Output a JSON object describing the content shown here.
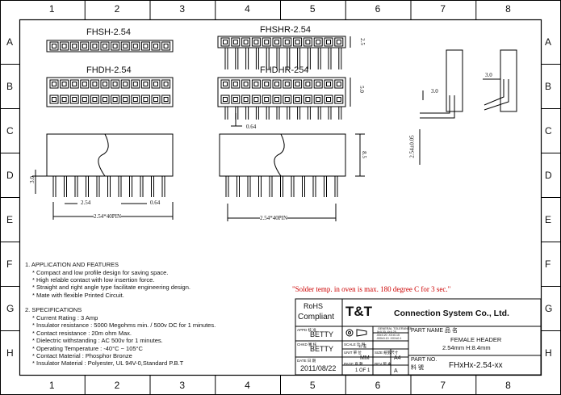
{
  "grid": {
    "cols": [
      "1",
      "2",
      "3",
      "4",
      "5",
      "6",
      "7",
      "8"
    ],
    "rows": [
      "A",
      "B",
      "C",
      "D",
      "E",
      "F",
      "G",
      "H"
    ]
  },
  "drawings": {
    "fhsh": "FHSH-2.54",
    "fhdh": "FHDH-2.54",
    "fhshr": "FHSHR-2.54",
    "fhdhr": "FHDHR-254",
    "dim_2_5": "2.5",
    "dim_5_0": "5.0",
    "dim_0_64_right": "0.64",
    "dim_3_0_left": "3.0",
    "dim_2_54": "2.54",
    "dim_0_64": "0.64",
    "dim_pitch_left": "2.54*40PIN",
    "dim_8_5": "8.5",
    "dim_pitch_right": "2.54*40PIN",
    "dim_3_0_side_a": "3.0",
    "dim_3_0_side_b": "3.0",
    "dim_2_54_tol": "2.54±0.05"
  },
  "notes": {
    "solder_note": "\"Solder temp. in oven is max. 180 degree C for 3 sec.\"",
    "applications_title": "1. APPLICATION AND FEATURES",
    "applications": [
      "* Compact and low profile design for saving space.",
      "* High relable contact with low insertion force.",
      "* Straight and right angle type facilitate engineering design.",
      "* Mate with flexible Printed Circuit."
    ],
    "specs_title": "2. SPECIFICATIONS",
    "specs": [
      "* Current Rating : 3 Amp",
      "* Insulator resistance : 5000 Megohms min. / 500v DC for 1 minutes.",
      "* Contact resistance : 20m ohm Max.",
      "* Dielectric withstanding : AC 500v for 1 minutes.",
      "* Operating Temperature : -40°C ~ 105°C",
      "* Contact Material : Phosphor Bronze",
      "* Insulator Material : Polyester, UL 94V-0,Standard P.B.T"
    ]
  },
  "title_block": {
    "rohs_line1": "RoHS",
    "rohs_line2": "Compliant",
    "company_logo": "T&T",
    "company_name": "Connection System Co., Ltd.",
    "appd_label": "APPD 核 准",
    "appd_name": "BETTY",
    "chkd_label": "CHKD 審 核",
    "chkd_name": "BETTY",
    "date_label": "DATE 日 期",
    "date_value": "2011/08/22",
    "scale_label": "SCALE 比 例",
    "scale_value": "公 差",
    "unit_label": "UNIT 單 位",
    "unit_value": "MM",
    "size_label": "SIZE 紙張尺寸",
    "size_value": "A4",
    "page_label": "PAGE 頁 數",
    "page_value": "1 OF 1",
    "rev_label": "REV 版 本",
    "rev_value": "A",
    "tolerance_title": "GENERAL TOLERANCE",
    "tolerance_rows": [
      ".0±0.30  .X±0.25",
      ".00±0.20  .XX±0.15",
      ".000±0.10  .XXX±0.1"
    ],
    "part_name_label": "PART NAME 品 名",
    "part_name_line1": "FEMALE HEADER",
    "part_name_line2": "2.54mm H:8.4mm",
    "part_no_label": "PART NO.",
    "part_no_label2": "料 號",
    "part_no_value": "FHxHx-2.54-xx"
  }
}
